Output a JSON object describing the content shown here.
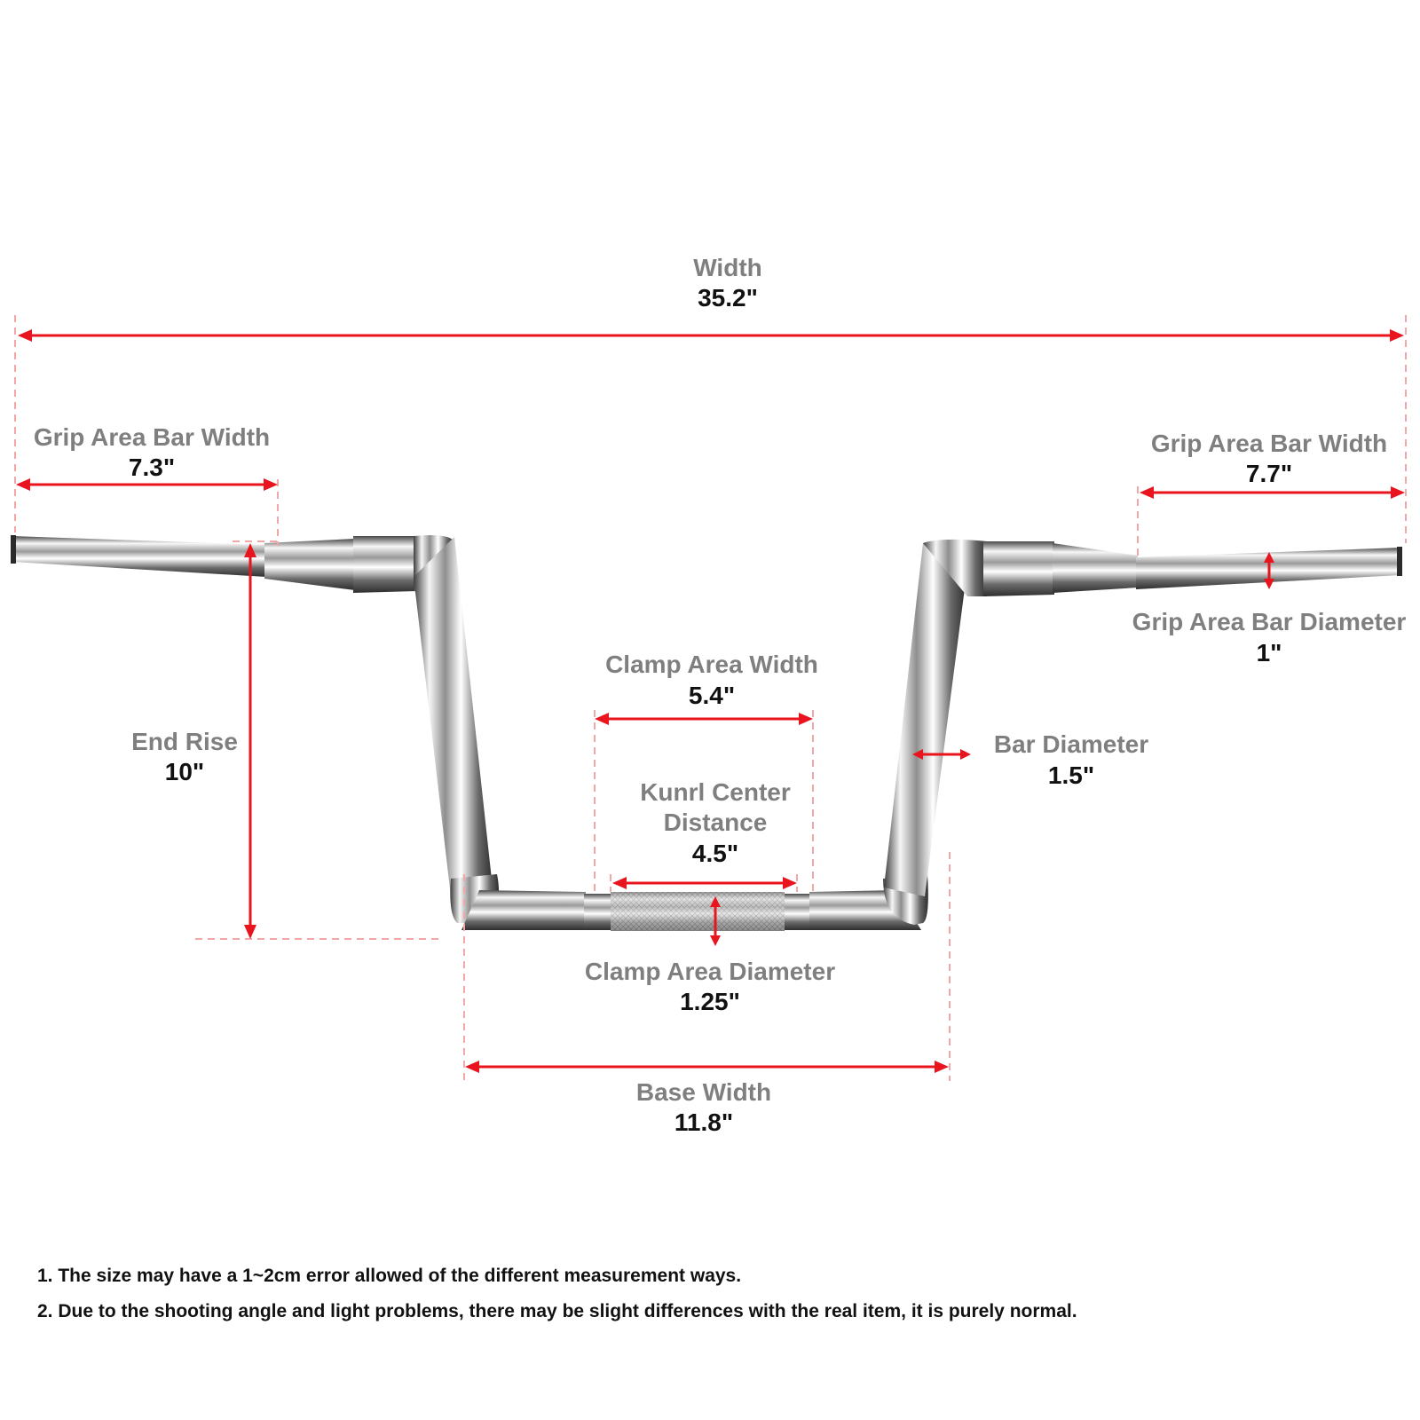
{
  "colors": {
    "dimension": "#e8141e",
    "guide": "#f2a7a7",
    "label": "#7f7f7f",
    "value": "#111111",
    "chrome_dark": "#3a3a3a",
    "chrome_light": "#f4f4f4"
  },
  "dimensions": {
    "width": {
      "label": "Width",
      "value": "35.2\""
    },
    "grip_left": {
      "label": "Grip Area Bar Width",
      "value": "7.3\""
    },
    "grip_right": {
      "label": "Grip Area Bar Width",
      "value": "7.7\""
    },
    "grip_diameter": {
      "label": "Grip Area Bar Diameter",
      "value": "1\""
    },
    "end_rise": {
      "label": "End Rise",
      "value": "10\""
    },
    "clamp_width": {
      "label": "Clamp Area Width",
      "value": "5.4\""
    },
    "knurl_center": {
      "label_line1": "Kunrl Center",
      "label_line2": "Distance",
      "value": "4.5\""
    },
    "bar_diameter": {
      "label": "Bar Diameter",
      "value": "1.5\""
    },
    "clamp_diameter": {
      "label": "Clamp Area Diameter",
      "value": "1.25\""
    },
    "base_width": {
      "label": "Base Width",
      "value": "11.8\""
    }
  },
  "notes": [
    "1. The size may have a 1~2cm error allowed of the different measurement ways.",
    "2. Due to the shooting angle and light problems, there may be slight differences with the real item, it is purely normal."
  ]
}
